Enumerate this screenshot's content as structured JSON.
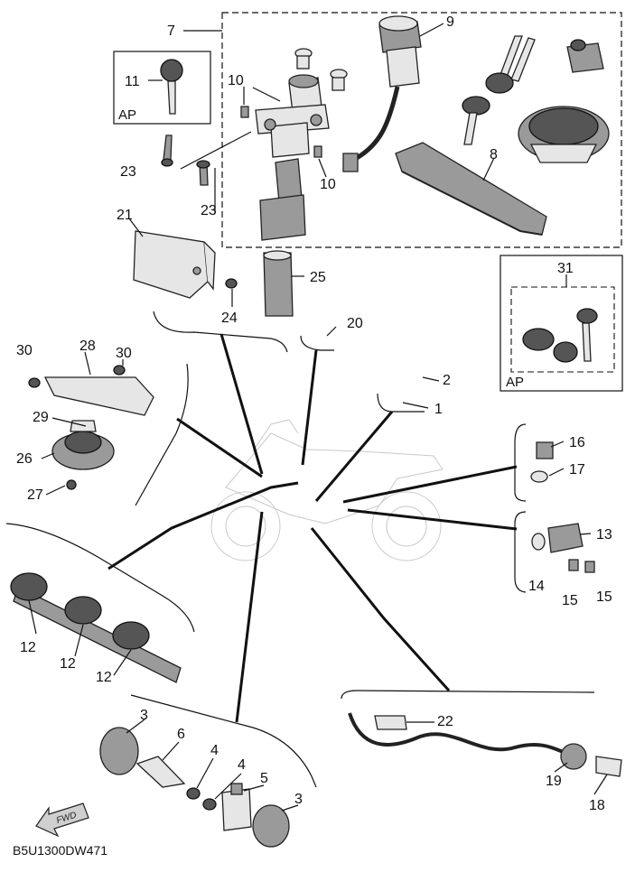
{
  "diagram": {
    "code": "B5U1300DW471",
    "fwd_label": "FWD",
    "ap_labels": [
      "AP",
      "AP"
    ],
    "callouts": {
      "c1": "1",
      "c2": "2",
      "c3a": "3",
      "c3b": "3",
      "c4a": "4",
      "c4b": "4",
      "c5": "5",
      "c6": "6",
      "c7": "7",
      "c8": "8",
      "c9": "9",
      "c10a": "10",
      "c10b": "10",
      "c11": "11",
      "c12a": "12",
      "c12b": "12",
      "c12c": "12",
      "c13": "13",
      "c14": "14",
      "c15a": "15",
      "c15b": "15",
      "c16": "16",
      "c17": "17",
      "c18": "18",
      "c19": "19",
      "c20": "20",
      "c21": "21",
      "c22": "22",
      "c23a": "23",
      "c23b": "23",
      "c24": "24",
      "c25": "25",
      "c26": "26",
      "c27": "27",
      "c28": "28",
      "c29": "29",
      "c30a": "30",
      "c30b": "30",
      "c31": "31"
    }
  }
}
